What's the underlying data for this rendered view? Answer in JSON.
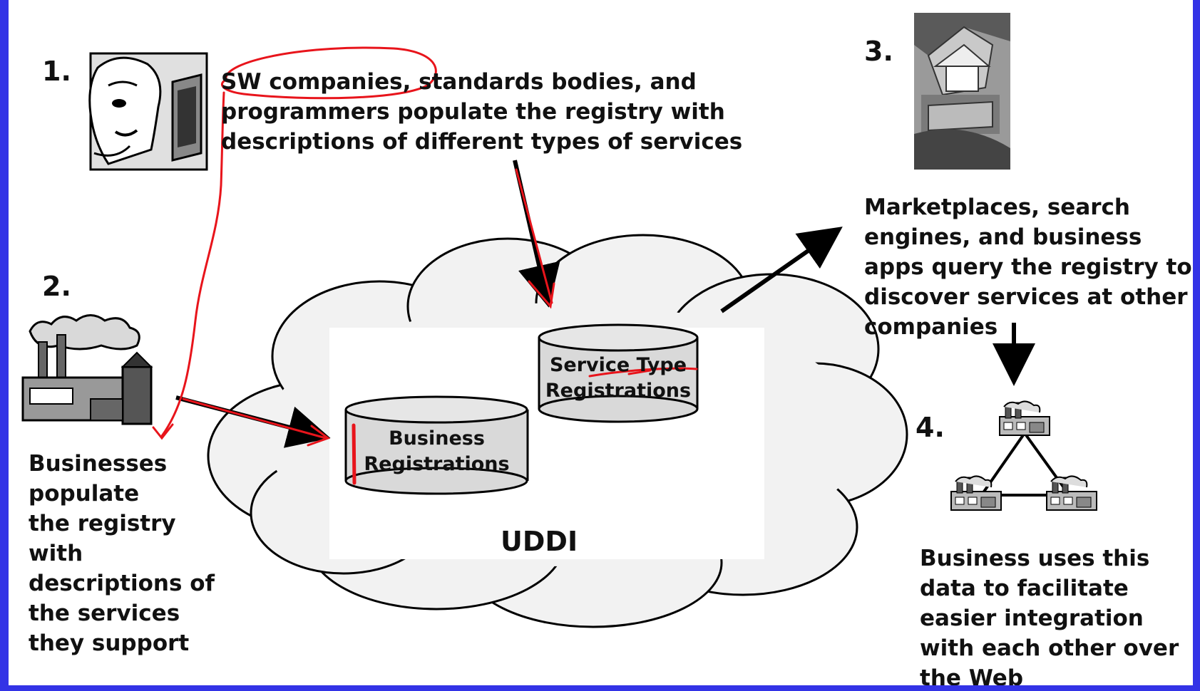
{
  "steps": [
    {
      "number": "1.",
      "text": "SW companies, standards bodies, and\nprogrammers populate the registry with\ndescriptions of different types of services"
    },
    {
      "number": "2.",
      "text": "Businesses\npopulate\nthe registry\nwith\ndescriptions of\nthe services\nthey support"
    },
    {
      "number": "3.",
      "text": "Marketplaces, search\nengines, and business\napps query the registry to\ndiscover services at other\ncompanies"
    },
    {
      "number": "4.",
      "text": "Business uses this\ndata to facilitate\neasier integration\nwith each other over\nthe Web"
    }
  ],
  "registry": {
    "name": "UDDI",
    "service_type_db": "Service Type\nRegistrations",
    "business_db": "Business\nRegistrations"
  },
  "colors": {
    "border": "#3333e6",
    "annotation": "#e8141b",
    "cylinder": "#d9d9d9"
  },
  "icons": {
    "step1": "woman-at-computer-icon",
    "step2": "factory-icon",
    "step3": "marketplace-collage-icon",
    "step4": "factory-network-icon"
  }
}
